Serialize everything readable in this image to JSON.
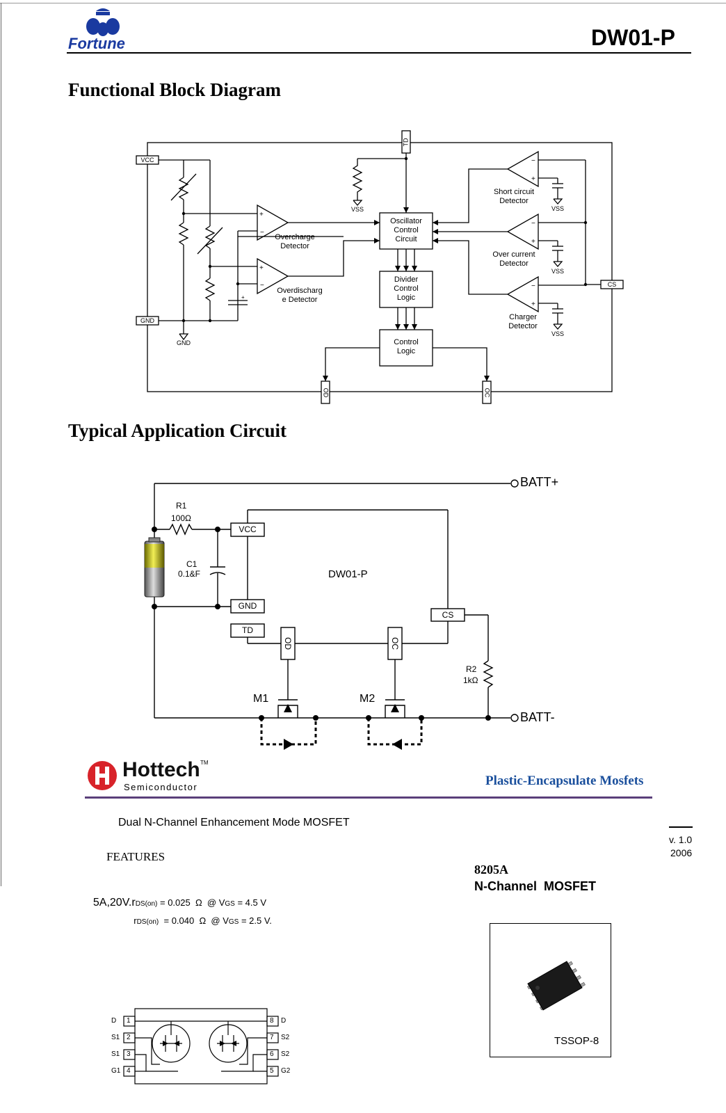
{
  "header": {
    "brand": "Fortune",
    "part_number": "DW01-P"
  },
  "block_diagram": {
    "title": "Functional Block Diagram",
    "pins": {
      "vcc": "VCC",
      "gnd": "GND",
      "td": "TD",
      "cs": "CS",
      "od": "OD",
      "oc": "OC"
    },
    "ground_label": "GND",
    "vss_label": "VSS",
    "blocks": {
      "oscillator": [
        "Oscillator",
        "Control",
        "Circuit"
      ],
      "divider": [
        "Divider",
        "Control",
        "Logic"
      ],
      "control": [
        "Control",
        "Logic"
      ]
    },
    "detectors": {
      "overcharge": [
        "Overcharge",
        "Detector"
      ],
      "overdischarge": [
        "Overdischarg",
        "e Detector"
      ],
      "short_circuit": [
        "Short circuit",
        "Detector"
      ],
      "over_current": [
        "Over current",
        "Detector"
      ],
      "charger": [
        "Charger",
        "Detector"
      ]
    }
  },
  "application_circuit": {
    "title": "Typical Application Circuit",
    "batt_plus": "BATT+",
    "batt_minus": "BATT-",
    "r1_name": "R1",
    "r1_value": "100Ω",
    "c1_name": "C1",
    "c1_value": "0.1&F",
    "ic_name": "DW01-P",
    "pins": {
      "vcc": "VCC",
      "gnd": "GND",
      "td": "TD",
      "cs": "CS",
      "od": "OD",
      "oc": "OC"
    },
    "r2_name": "R2",
    "r2_value": "1kΩ",
    "m1": "M1",
    "m2": "M2"
  },
  "hottech": {
    "brand": "Hottech",
    "trademark": "TM",
    "sub": "Semiconductor",
    "tagline": "Plastic-Encapsulate Mosfets",
    "description": "Dual N-Channel Enhancement Mode MOSFET",
    "version": "v. 1.0",
    "year": "2006",
    "features_title": "FEATURES",
    "part": "8205A",
    "part_type": "N-Channel  MOSFET",
    "spec1_prefix": "5A,20V.r",
    "spec1_sub": "DS(on)",
    "spec1_rest": " = 0.025  Ω  @ V",
    "spec1_gs": "GS",
    "spec1_end": " = 4.5 V",
    "spec2_prefix": "r",
    "spec2_sub": "DS(on)",
    "spec2_rest": "  = 0.040  Ω  @ V",
    "spec2_gs": "GS",
    "spec2_end": " = 2.5 V.",
    "package": "TSSOP-8",
    "pinout_left": [
      {
        "label": "D",
        "num": "1"
      },
      {
        "label": "S1",
        "num": "2"
      },
      {
        "label": "S1",
        "num": "3"
      },
      {
        "label": "G1",
        "num": "4"
      }
    ],
    "pinout_right": [
      {
        "label": "D",
        "num": "8"
      },
      {
        "label": "S2",
        "num": "7"
      },
      {
        "label": "S2",
        "num": "6"
      },
      {
        "label": "G2",
        "num": "5"
      }
    ]
  }
}
